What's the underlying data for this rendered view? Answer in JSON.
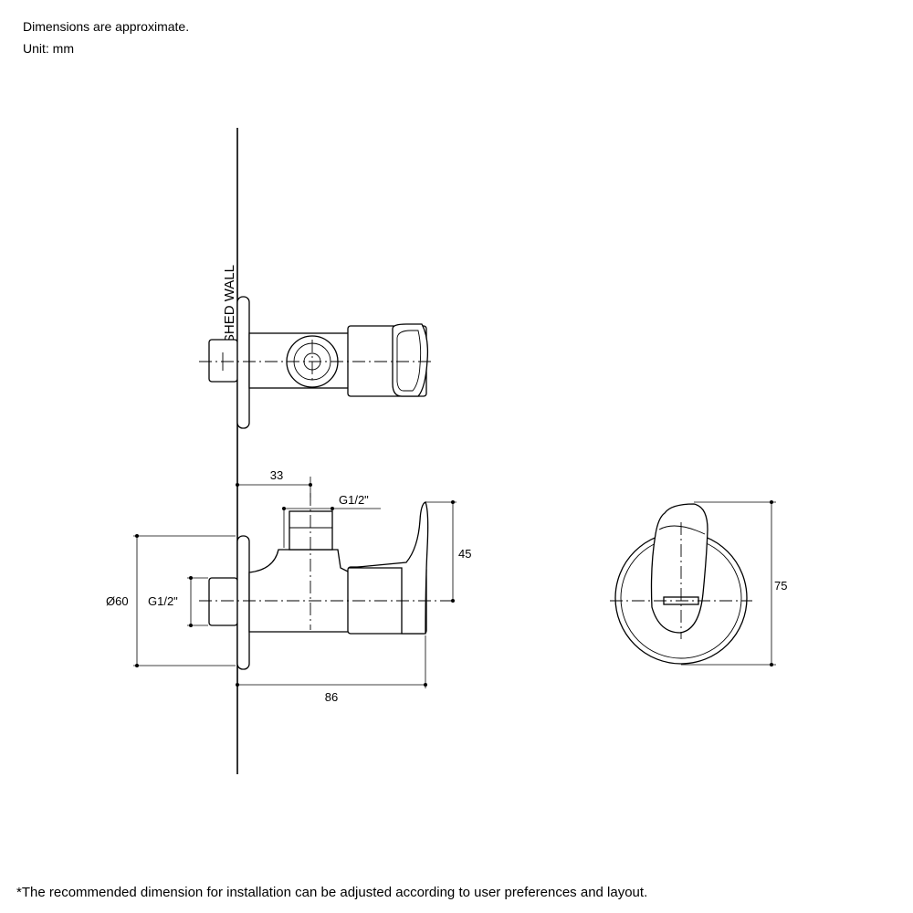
{
  "notes": {
    "approx": "Dimensions are approximate.",
    "unit": "Unit: mm"
  },
  "wall_label": "FINISHED WALL",
  "dimensions": {
    "d33": "33",
    "thread_top": "G1/2\"",
    "d45": "45",
    "dia60": "Ø60",
    "thread_inlet": "G1/2\"",
    "d86": "86",
    "d75": "75"
  },
  "footer": "*The recommended dimension for installation can be adjusted according to user preferences and layout."
}
